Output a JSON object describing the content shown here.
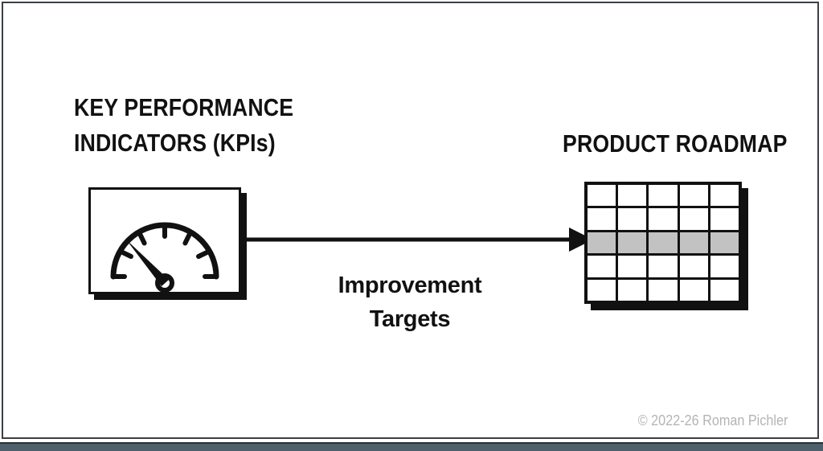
{
  "diagram": {
    "background_color": "#ffffff",
    "frame_color": "#3a3f44",
    "bottom_bar_color": "#4d606b",
    "ink_color": "#111111",
    "highlight_color": "#c2c2c2"
  },
  "kpi": {
    "title_line1": "KEY PERFORMANCE",
    "title_line2": "INDICATORS (KPIs)",
    "icon_name": "gauge-icon"
  },
  "arrow": {
    "label_line1": "Improvement",
    "label_line2": "Targets",
    "icon_name": "right-arrow-icon"
  },
  "roadmap": {
    "title": "PRODUCT  ROADMAP",
    "columns": 5,
    "rows": 5,
    "highlighted_row_index": 3
  },
  "footer": {
    "copyright": "© 2022-26 Roman Pichler"
  }
}
